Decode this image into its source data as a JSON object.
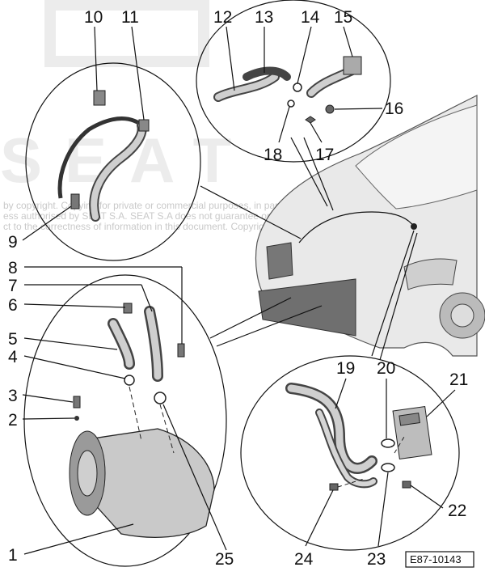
{
  "callouts": {
    "c1": "1",
    "c2": "2",
    "c3": "3",
    "c4": "4",
    "c5": "5",
    "c6": "6",
    "c7": "7",
    "c8": "8",
    "c9": "9",
    "c10": "10",
    "c11": "11",
    "c12": "12",
    "c13": "13",
    "c14": "14",
    "c15": "15",
    "c16": "16",
    "c17": "17",
    "c18": "18",
    "c19": "19",
    "c20": "20",
    "c21": "21",
    "c22": "22",
    "c23": "23",
    "c24": "24",
    "c25": "25"
  },
  "reference_code": "E87-10143",
  "watermark": {
    "brand": "SEAT",
    "line1": "by copyright. Copying for private or commercial purposes, in part or in w",
    "line2": "ess authorised by SEAT S.A. SEAT S.A does not guarantee or accept",
    "line3": "ct to the correctness of information in this document. Copyright"
  },
  "colors": {
    "line": "#111111",
    "part_fill": "#bdbdbd",
    "car_fill": "#e8e8e8",
    "watermark": "#cfcfcf"
  }
}
